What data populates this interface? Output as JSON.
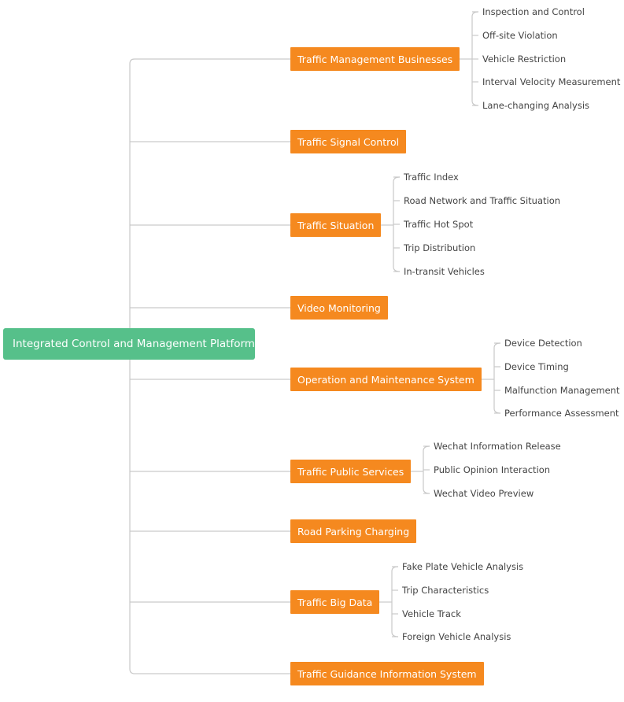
{
  "mindmap": {
    "root": "Integrated Control and Management Platform",
    "branches": [
      {
        "label": "Traffic Management Businesses",
        "children": [
          "Inspection and Control",
          "Off-site Violation",
          "Vehicle Restriction",
          "Interval Velocity Measurement",
          "Lane-changing Analysis"
        ]
      },
      {
        "label": "Traffic Signal Control",
        "children": []
      },
      {
        "label": "Traffic Situation",
        "children": [
          "Traffic Index",
          "Road Network and Traffic Situation",
          "Traffic Hot Spot",
          "Trip Distribution",
          "In-transit Vehicles"
        ]
      },
      {
        "label": "Video Monitoring",
        "children": []
      },
      {
        "label": "Operation and Maintenance System",
        "children": [
          "Device Detection",
          "Device Timing",
          "Malfunction Management",
          "Performance Assessment"
        ]
      },
      {
        "label": "Traffic Public Services",
        "children": [
          "Wechat Information Release",
          "Public Opinion Interaction",
          "Wechat Video Preview"
        ]
      },
      {
        "label": "Road Parking Charging",
        "children": []
      },
      {
        "label": "Traffic Big Data",
        "children": [
          "Fake Plate Vehicle Analysis",
          "Trip Characteristics",
          "Vehicle Track",
          "Foreign Vehicle Analysis"
        ]
      },
      {
        "label": "Traffic Guidance Information System",
        "children": []
      }
    ]
  },
  "colors": {
    "root": "#56c08a",
    "branch": "#f5891f",
    "connector": "#c9c9c9",
    "leaf_text": "#444444"
  }
}
